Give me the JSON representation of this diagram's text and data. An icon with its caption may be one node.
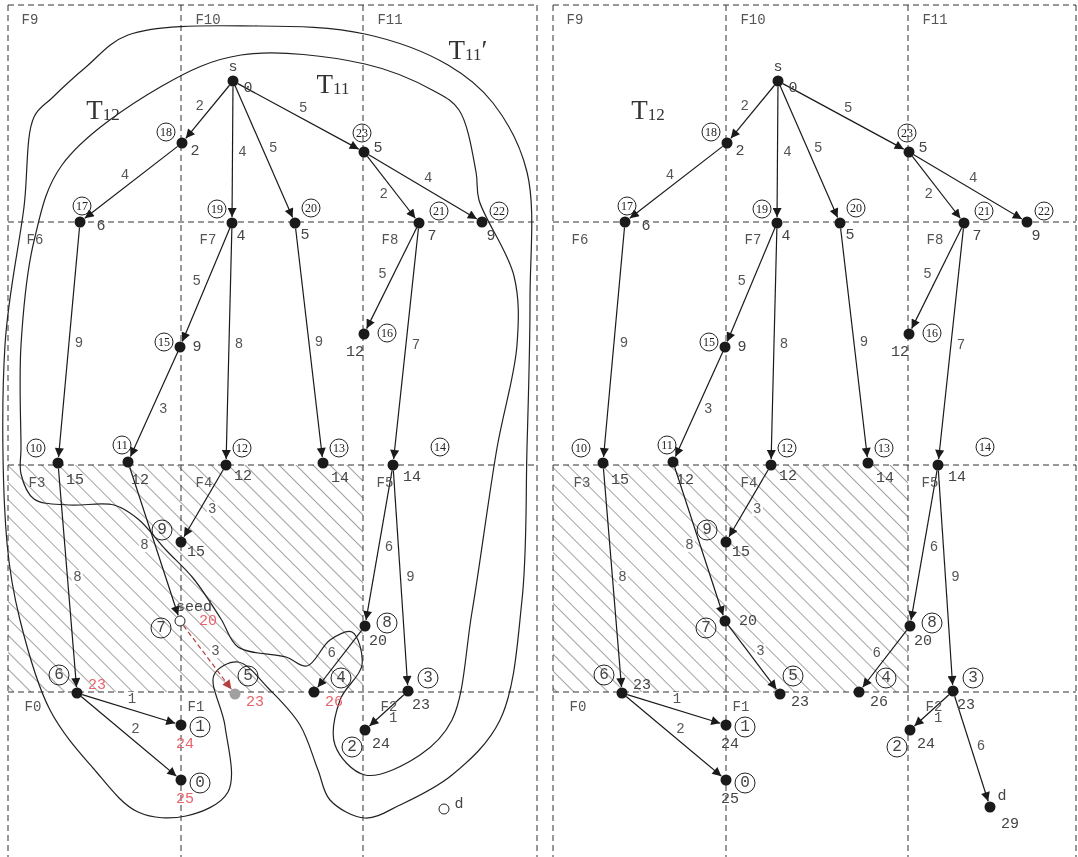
{
  "diagram": {
    "nodes": [
      {
        "text": [],
        "shape": "circle",
        "beside": [
          "s",
          "0"
        ]
      },
      {
        "text": [],
        "shape": "circle",
        "beside": [
          "2"
        ]
      },
      {
        "text": [
          "18"
        ]
      },
      {
        "text": [],
        "shape": "circle",
        "beside": [
          "5"
        ]
      },
      {
        "text": [
          "23"
        ]
      },
      {
        "text": [],
        "shape": "circle",
        "beside": [
          "6"
        ]
      },
      {
        "text": [
          "17"
        ]
      },
      {
        "text": [],
        "shape": "circle",
        "beside": [
          "4"
        ]
      },
      {
        "text": [
          "19"
        ]
      },
      {
        "text": [],
        "shape": "circle",
        "beside": [
          "5"
        ]
      },
      {
        "text": [
          "20"
        ]
      },
      {
        "text": [],
        "shape": "circle",
        "beside": [
          "7"
        ]
      },
      {
        "text": [
          "21"
        ]
      },
      {
        "text": [],
        "shape": "circle",
        "beside": [
          "9"
        ]
      },
      {
        "text": [
          "22"
        ]
      },
      {
        "text": [],
        "shape": "circle",
        "beside": [
          "9"
        ]
      },
      {
        "text": [
          "15"
        ]
      },
      {
        "text": [],
        "shape": "circle",
        "beside": [
          "12"
        ]
      },
      {
        "text": [
          "16"
        ]
      },
      {
        "text": [],
        "shape": "circle",
        "beside": [
          "15"
        ]
      },
      {
        "text": [
          "10"
        ]
      },
      {
        "text": [],
        "shape": "circle",
        "beside": [
          "12"
        ]
      },
      {
        "text": [
          "11"
        ]
      },
      {
        "text": [],
        "shape": "circle",
        "beside": [
          "12"
        ]
      },
      {
        "text": [
          "12"
        ]
      },
      {
        "text": [],
        "shape": "circle",
        "beside": [
          "14"
        ]
      },
      {
        "text": [
          "13"
        ]
      },
      {
        "text": [],
        "shape": "circle",
        "beside": [
          "14"
        ]
      },
      {
        "text": [
          "14"
        ]
      },
      {
        "text": [],
        "shape": "circle",
        "beside": [
          "15"
        ]
      },
      {
        "text": [
          "9"
        ]
      },
      {
        "text": [],
        "shape": "circle",
        "beside": [
          "seed",
          "20"
        ]
      },
      {
        "text": [
          "7"
        ]
      },
      {
        "text": [],
        "shape": "circle",
        "beside": [
          "20"
        ]
      },
      {
        "text": [
          "8"
        ]
      },
      {
        "text": [],
        "shape": "circle",
        "beside": [
          "23"
        ]
      },
      {
        "text": [
          "6"
        ]
      },
      {
        "text": [],
        "shape": "circle",
        "beside": [
          "23"
        ]
      },
      {
        "text": [
          "5"
        ]
      },
      {
        "text": [],
        "shape": "circle",
        "beside": [
          "26"
        ]
      },
      {
        "text": [
          "4"
        ]
      },
      {
        "text": [],
        "shape": "circle",
        "beside": [
          "23"
        ]
      },
      {
        "text": [
          "3"
        ]
      },
      {
        "text": [],
        "shape": "circle",
        "beside": [
          "24"
        ]
      },
      {
        "text": [
          "1"
        ]
      },
      {
        "text": [],
        "shape": "circle",
        "beside": [
          "25"
        ]
      },
      {
        "text": [
          "0"
        ]
      },
      {
        "text": [],
        "shape": "circle",
        "beside": [
          "24"
        ]
      },
      {
        "text": [
          "2"
        ]
      },
      {
        "text": [],
        "shape": "circle",
        "beside": [
          "d"
        ]
      },
      {
        "text": [],
        "shape": "circle",
        "beside": [
          "s",
          "0"
        ]
      },
      {
        "text": [],
        "shape": "circle",
        "beside": [
          "2"
        ]
      },
      {
        "text": [
          "18"
        ]
      },
      {
        "text": [],
        "shape": "circle",
        "beside": [
          "5"
        ]
      },
      {
        "text": [
          "23"
        ]
      },
      {
        "text": [],
        "shape": "circle",
        "beside": [
          "6"
        ]
      },
      {
        "text": [
          "17"
        ]
      },
      {
        "text": [],
        "shape": "circle",
        "beside": [
          "4"
        ]
      },
      {
        "text": [
          "19"
        ]
      },
      {
        "text": [],
        "shape": "circle",
        "beside": [
          "5"
        ]
      },
      {
        "text": [
          "20"
        ]
      },
      {
        "text": [],
        "shape": "circle",
        "beside": [
          "7"
        ]
      },
      {
        "text": [
          "21"
        ]
      },
      {
        "text": [],
        "shape": "circle",
        "beside": [
          "9"
        ]
      },
      {
        "text": [
          "22"
        ]
      },
      {
        "text": [],
        "shape": "circle",
        "beside": [
          "9"
        ]
      },
      {
        "text": [
          "15"
        ]
      },
      {
        "text": [],
        "shape": "circle",
        "beside": [
          "12"
        ]
      },
      {
        "text": [
          "16"
        ]
      },
      {
        "text": [],
        "shape": "circle",
        "beside": [
          "15"
        ]
      },
      {
        "text": [
          "10"
        ]
      },
      {
        "text": [],
        "shape": "circle",
        "beside": [
          "12"
        ]
      },
      {
        "text": [
          "11"
        ]
      },
      {
        "text": [],
        "shape": "circle",
        "beside": [
          "12"
        ]
      },
      {
        "text": [
          "12"
        ]
      },
      {
        "text": [],
        "shape": "circle",
        "beside": [
          "14"
        ]
      },
      {
        "text": [
          "13"
        ]
      },
      {
        "text": [],
        "shape": "circle",
        "beside": [
          "14"
        ]
      },
      {
        "text": [
          "14"
        ]
      },
      {
        "text": [],
        "shape": "circle",
        "beside": [
          "15"
        ]
      },
      {
        "text": [
          "9"
        ]
      },
      {
        "text": [],
        "shape": "circle",
        "beside": [
          "20"
        ]
      },
      {
        "text": [
          "7"
        ]
      },
      {
        "text": [],
        "shape": "circle",
        "beside": [
          "20"
        ]
      },
      {
        "text": [
          "8"
        ]
      },
      {
        "text": [],
        "shape": "circle",
        "beside": [
          "23"
        ]
      },
      {
        "text": [
          "6"
        ]
      },
      {
        "text": [],
        "shape": "circle",
        "beside": [
          "23"
        ]
      },
      {
        "text": [
          "5"
        ]
      },
      {
        "text": [],
        "shape": "circle",
        "beside": [
          "26"
        ]
      },
      {
        "text": [
          "4"
        ]
      },
      {
        "text": [],
        "shape": "circle",
        "beside": [
          "23"
        ]
      },
      {
        "text": [
          "3"
        ]
      },
      {
        "text": [],
        "shape": "circle",
        "beside": [
          "24"
        ]
      },
      {
        "text": [
          "1"
        ]
      },
      {
        "text": [],
        "shape": "circle",
        "beside": [
          "25"
        ]
      },
      {
        "text": [
          "0"
        ]
      },
      {
        "text": [],
        "shape": "circle",
        "beside": [
          "24"
        ]
      },
      {
        "text": [
          "2"
        ]
      },
      {
        "text": [],
        "shape": "circle",
        "beside": [
          "d",
          "29"
        ]
      }
    ],
    "edges": [
      {
        "from": 0,
        "to": 1,
        "arrow": "to",
        "label": "2"
      },
      {
        "from": 0,
        "to": 7,
        "arrow": "to",
        "label": "4"
      },
      {
        "from": 0,
        "to": 9,
        "arrow": "to",
        "label": "5"
      },
      {
        "from": 0,
        "to": 3,
        "arrow": "to",
        "label": "5"
      },
      {
        "from": 1,
        "to": 5,
        "arrow": "to",
        "label": "4"
      },
      {
        "from": 3,
        "to": 11,
        "arrow": "to",
        "label": "2"
      },
      {
        "from": 3,
        "to": 13,
        "arrow": "to",
        "label": "4"
      },
      {
        "from": 5,
        "to": 19,
        "arrow": "to",
        "label": "9"
      },
      {
        "from": 7,
        "to": 15,
        "arrow": "to",
        "label": "5"
      },
      {
        "from": 7,
        "to": 23,
        "arrow": "to",
        "label": "8"
      },
      {
        "from": 9,
        "to": 25,
        "arrow": "to",
        "label": "9"
      },
      {
        "from": 11,
        "to": 17,
        "arrow": "to",
        "label": "5"
      },
      {
        "from": 11,
        "to": 27,
        "arrow": "to",
        "label": "7"
      },
      {
        "from": 15,
        "to": 21,
        "arrow": "to",
        "label": "3"
      },
      {
        "from": 23,
        "to": 29,
        "arrow": "to",
        "label": "3"
      },
      {
        "from": 19,
        "to": 35,
        "arrow": "to",
        "label": "8"
      },
      {
        "from": 21,
        "to": 31,
        "arrow": "to",
        "label": "8"
      },
      {
        "from": 27,
        "to": 33,
        "arrow": "to",
        "label": "6"
      },
      {
        "from": 27,
        "to": 41,
        "arrow": "to",
        "label": "9"
      },
      {
        "from": 31,
        "to": 37,
        "arrow": "to",
        "label": "3",
        "style": "dashed",
        "color": "#b5403f"
      },
      {
        "from": 33,
        "to": 39,
        "arrow": "to",
        "label": "6"
      },
      {
        "from": 35,
        "to": 43,
        "arrow": "to",
        "label": "1"
      },
      {
        "from": 35,
        "to": 45,
        "arrow": "to",
        "label": "2"
      },
      {
        "from": 41,
        "to": 47,
        "arrow": "to",
        "label": "1"
      },
      {
        "from": 50,
        "to": 51,
        "arrow": "to",
        "label": "2"
      },
      {
        "from": 50,
        "to": 57,
        "arrow": "to",
        "label": "4"
      },
      {
        "from": 50,
        "to": 59,
        "arrow": "to",
        "label": "5"
      },
      {
        "from": 50,
        "to": 53,
        "arrow": "to",
        "label": "5"
      },
      {
        "from": 51,
        "to": 55,
        "arrow": "to",
        "label": "4"
      },
      {
        "from": 53,
        "to": 61,
        "arrow": "to",
        "label": "2"
      },
      {
        "from": 53,
        "to": 63,
        "arrow": "to",
        "label": "4"
      },
      {
        "from": 55,
        "to": 69,
        "arrow": "to",
        "label": "9"
      },
      {
        "from": 57,
        "to": 65,
        "arrow": "to",
        "label": "5"
      },
      {
        "from": 57,
        "to": 73,
        "arrow": "to",
        "label": "8"
      },
      {
        "from": 59,
        "to": 75,
        "arrow": "to",
        "label": "9"
      },
      {
        "from": 61,
        "to": 67,
        "arrow": "to",
        "label": "5"
      },
      {
        "from": 61,
        "to": 77,
        "arrow": "to",
        "label": "7"
      },
      {
        "from": 65,
        "to": 71,
        "arrow": "to",
        "label": "3"
      },
      {
        "from": 73,
        "to": 79,
        "arrow": "to",
        "label": "3"
      },
      {
        "from": 69,
        "to": 85,
        "arrow": "to",
        "label": "8"
      },
      {
        "from": 71,
        "to": 81,
        "arrow": "to",
        "label": "8"
      },
      {
        "from": 77,
        "to": 83,
        "arrow": "to",
        "label": "6"
      },
      {
        "from": 77,
        "to": 91,
        "arrow": "to",
        "label": "9"
      },
      {
        "from": 81,
        "to": 87,
        "arrow": "to",
        "label": "3"
      },
      {
        "from": 83,
        "to": 89,
        "arrow": "to",
        "label": "6"
      },
      {
        "from": 85,
        "to": 93,
        "arrow": "to",
        "label": "1"
      },
      {
        "from": 85,
        "to": 95,
        "arrow": "to",
        "label": "2"
      },
      {
        "from": 91,
        "to": 97,
        "arrow": "to",
        "label": "1"
      },
      {
        "from": 91,
        "to": 99,
        "arrow": "to",
        "label": "6"
      }
    ],
    "labels": [
      "F9",
      "F10",
      "F11",
      "T$_{11}$′",
      "T$_{11}$",
      "T$_{12}$",
      "F6",
      "F7",
      "F8",
      "F3",
      "F4",
      "F5",
      "F0",
      "F1",
      "F2",
      "F9",
      "F10",
      "F11",
      "T$_{12}$",
      "F6",
      "F7",
      "F8",
      "F3",
      "F4",
      "F5",
      "F0",
      "F1",
      "F2"
    ]
  }
}
